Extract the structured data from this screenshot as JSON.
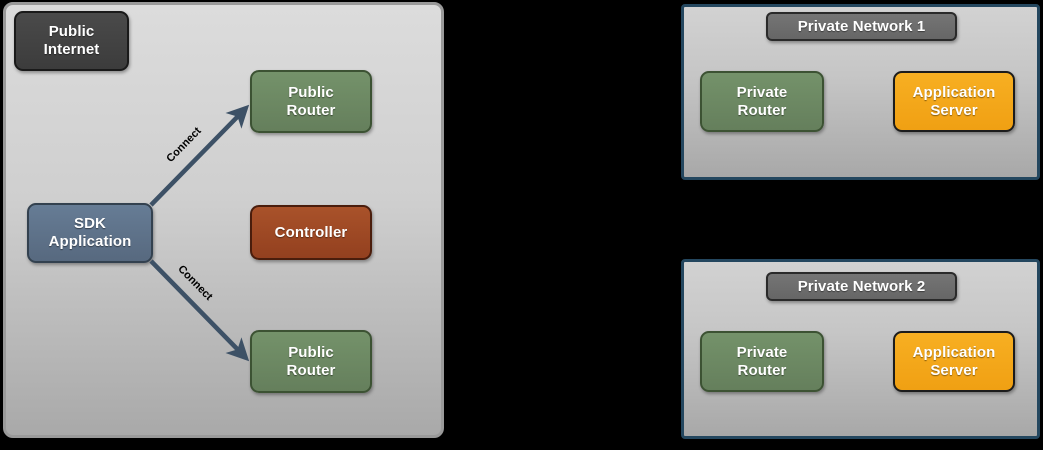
{
  "diagram": {
    "title_hidden": "",
    "colors": {
      "public_panel_border": "#9a9a9a",
      "private_panel_border": "#24475f",
      "dark_node": "#3c3c3c",
      "badge_node": "#666666",
      "green_node": "#657f5c",
      "slate_node": "#57697f",
      "rust_node": "#93401f",
      "orange_node": "#f0a013",
      "arrow": "#3d5166",
      "edge_label_text": "#000000",
      "node_text": "#ffffff",
      "background": "#000000"
    }
  },
  "public_panel": {
    "name": "public-internet-panel",
    "badge": {
      "label": "Public\nInternet"
    },
    "nodes": [
      {
        "id": "public-router-top",
        "label": "Public\nRouter",
        "kind": "router"
      },
      {
        "id": "controller",
        "label": "Controller",
        "kind": "controller"
      },
      {
        "id": "sdk-application",
        "label": "SDK\nApplication",
        "kind": "application"
      },
      {
        "id": "public-router-bottom",
        "label": "Public\nRouter",
        "kind": "router"
      }
    ]
  },
  "edges": [
    {
      "id": "sdk-to-public-router-top",
      "label": "Connect",
      "from": "sdk-application",
      "to": "public-router-top"
    },
    {
      "id": "sdk-to-public-router-bottom",
      "label": "Connect",
      "from": "sdk-application",
      "to": "public-router-bottom"
    }
  ],
  "private_networks": [
    {
      "id": "private-network-1",
      "badge": {
        "label": "Private Network 1"
      },
      "nodes": [
        {
          "id": "private-router-1",
          "label": "Private\nRouter",
          "kind": "router"
        },
        {
          "id": "application-server-1",
          "label": "Application\nServer",
          "kind": "server"
        }
      ]
    },
    {
      "id": "private-network-2",
      "badge": {
        "label": "Private Network 2"
      },
      "nodes": [
        {
          "id": "private-router-2",
          "label": "Private\nRouter",
          "kind": "router"
        },
        {
          "id": "application-server-2",
          "label": "Application\nServer",
          "kind": "server"
        }
      ]
    }
  ]
}
